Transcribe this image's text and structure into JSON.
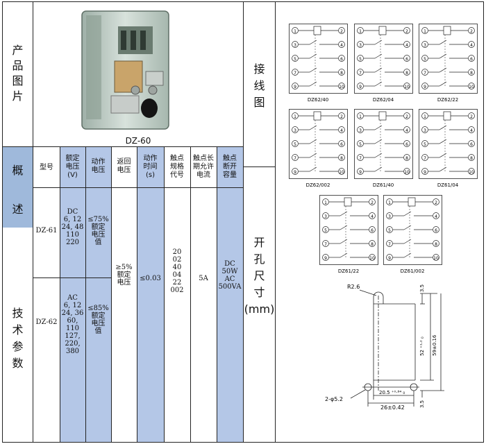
{
  "left": {
    "product_image_label": [
      "产",
      "品",
      "图",
      "片"
    ],
    "product_caption": "DZ-60",
    "overview_label": [
      "概",
      "",
      "述"
    ],
    "params_label": [
      "技",
      "术",
      "参",
      "数"
    ],
    "table": {
      "headers": {
        "model": "型号",
        "rated_voltage": [
          "额定",
          "电压",
          "(V)"
        ],
        "pickup_voltage": [
          "动作",
          "电压"
        ],
        "return_voltage": [
          "返回",
          "电压"
        ],
        "operate_time": [
          "动作",
          "时间",
          "(s)"
        ],
        "contact_code": [
          "触点",
          "规格",
          "代号"
        ],
        "continuous_current": [
          "触点长",
          "期允许",
          "电流"
        ],
        "breaking_capacity": [
          "触点",
          "断开",
          "容量"
        ]
      },
      "rows": [
        {
          "model": "DZ-61",
          "rated_voltage": [
            "DC",
            "6, 12",
            "24, 48",
            "110",
            "220"
          ],
          "pickup_voltage": [
            "≤75%",
            "额定",
            "电压",
            "值"
          ]
        },
        {
          "model": "DZ-62",
          "rated_voltage": [
            "AC",
            "6, 12",
            "24, 36",
            "60, 110",
            "127, 220,",
            "380"
          ],
          "pickup_voltage": [
            "≤85%",
            "额定",
            "电压",
            "值"
          ]
        }
      ],
      "shared": {
        "return_voltage": [
          "≥5%",
          "额定",
          "电压"
        ],
        "operate_time": "≤0.03",
        "contact_code": [
          "20",
          "02",
          "40",
          "04",
          "22",
          "002"
        ],
        "continuous_current": "5A",
        "breaking_capacity": [
          "DC",
          "50W",
          "AC",
          "500VA"
        ]
      }
    }
  },
  "right": {
    "wiring_label": [
      "接",
      "线",
      "图"
    ],
    "cutout_label": [
      "开",
      "孔",
      "尺",
      "寸",
      "(mm)"
    ],
    "diagrams": [
      "DZ62/40",
      "DZ62/04",
      "DZ62/22",
      "DZ62/002",
      "DZ61/40",
      "DZ61/04",
      "DZ61/22",
      "DZ61/002"
    ],
    "dimensions": {
      "radius": "R2.6",
      "top_offset": "3.5",
      "inner_height": "52 ⁺¹·² ₀",
      "outer_height": "59±0.16",
      "hole_label": "2-φ5.2",
      "inner_width": "20.5 ⁺⁰·⁸⁴ ₀",
      "outer_width": "26±0.42",
      "bottom_offset": "3.5"
    }
  }
}
